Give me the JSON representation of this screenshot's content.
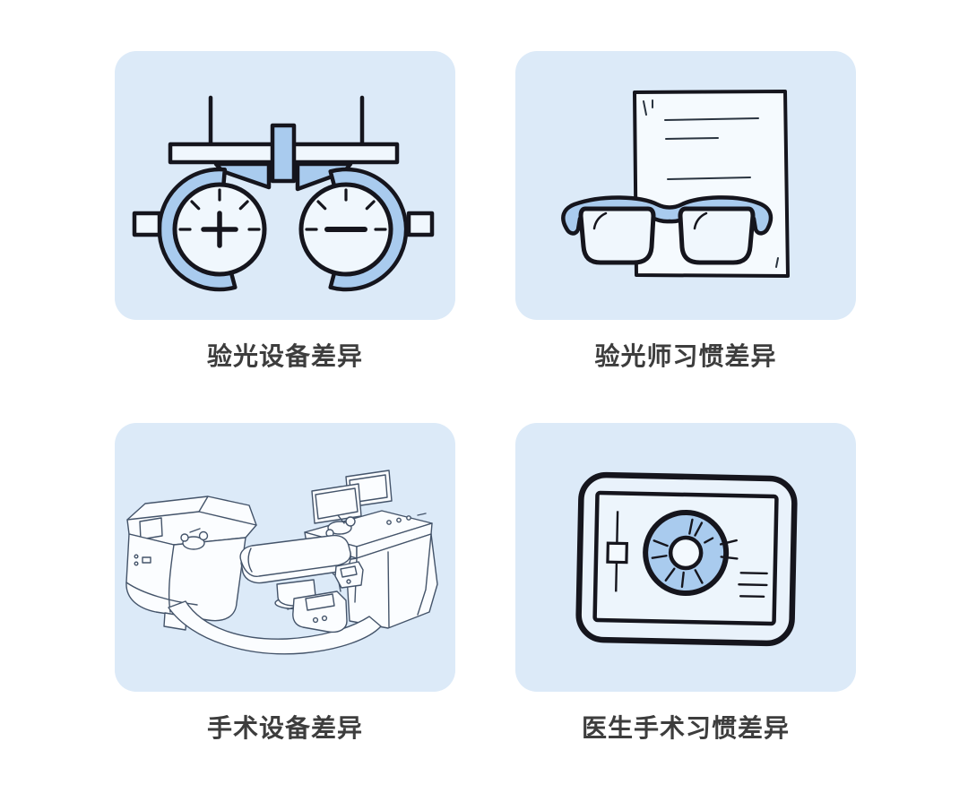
{
  "page": {
    "background": "#ffffff"
  },
  "colors": {
    "card_background": "#DCEAF8",
    "accent_blue_fill": "#A9CBEE",
    "outline_dark": "#15151D",
    "light_fill": "#F0F7FD",
    "machine_line": "#44546A",
    "caption_text": "#3D3D3D"
  },
  "cards": [
    {
      "id": "optometry-equipment",
      "caption": "验光设备差异",
      "icon": "trial-frame-icon"
    },
    {
      "id": "optometrist-habit",
      "caption": "验光师习惯差异",
      "icon": "glasses-prescription-icon"
    },
    {
      "id": "surgery-equipment",
      "caption": "手术设备差异",
      "icon": "laser-surgery-machines-icon"
    },
    {
      "id": "surgeon-habit",
      "caption": "医生手术习惯差异",
      "icon": "eye-scan-monitor-icon"
    }
  ],
  "trial_frame": {
    "left_lens_symbol": "+",
    "right_lens_symbol": "−"
  }
}
